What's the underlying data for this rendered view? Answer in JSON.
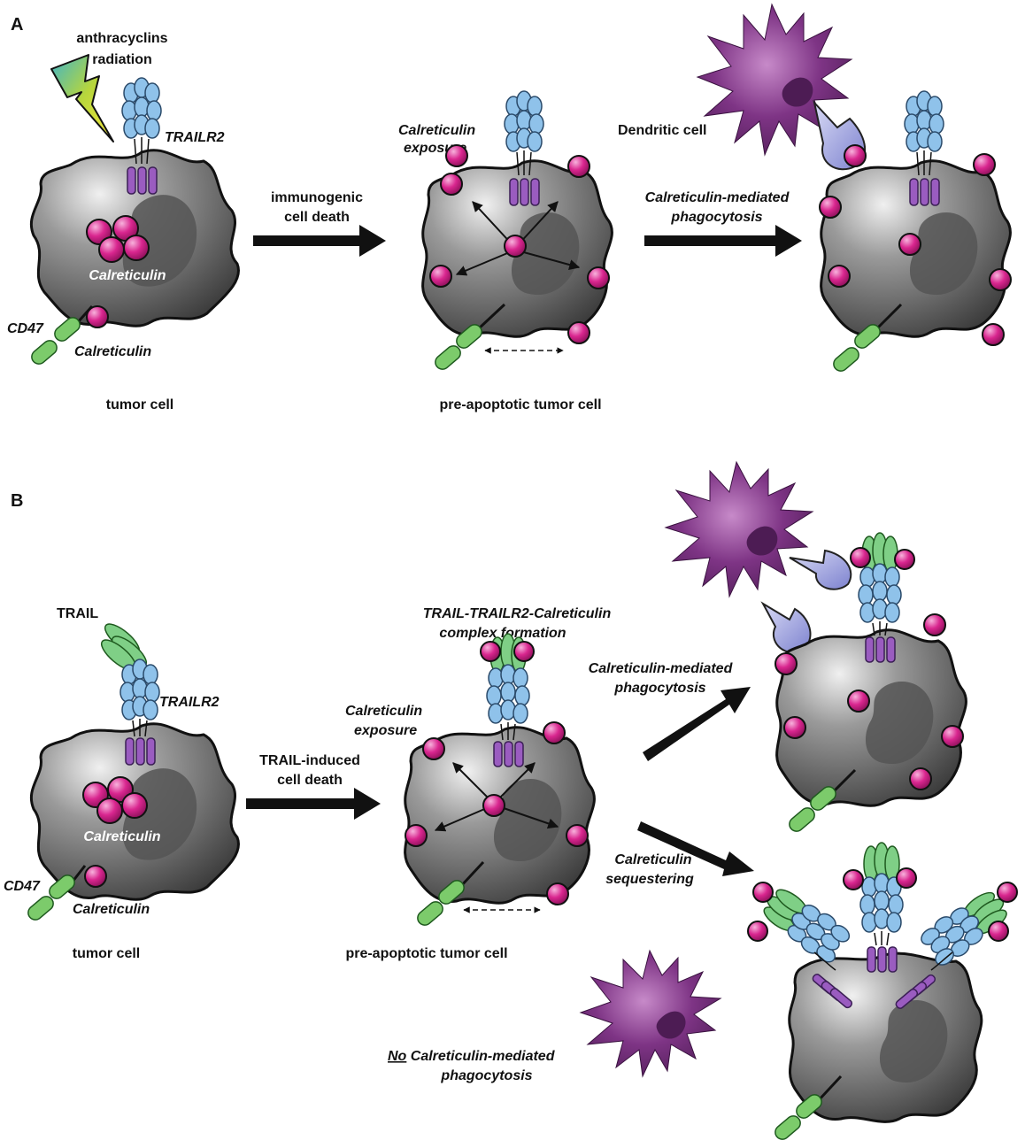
{
  "colors": {
    "cell_light": "#ececec",
    "cell_dark": "#3a3a3a",
    "nucleus": "#555555",
    "calreticulin": "#d7268f",
    "trailr2": "#8fc2ea",
    "receptor_purple": "#9a5cc0",
    "cd47": "#7ccb6b",
    "trail": "#7fcf86",
    "dendritic": "#6e2c75",
    "dc_receptor": "#8d93d6"
  },
  "icons": [
    "lightning-bolt-icon",
    "dendritic-cell-icon",
    "arrow-icon"
  ],
  "panel_a": {
    "letter": "A",
    "stimulus_line1": "anthracyclins",
    "stimulus_line2": "radiation",
    "trailr2": "TRAILR2",
    "calreticulin_inner": "Calreticulin",
    "cd47": "CD47",
    "calreticulin_surface": "Calreticulin",
    "tumor_cell": "tumor cell",
    "arrow1_line1": "immunogenic",
    "arrow1_line2": "cell death",
    "exposure_line1": "Calreticulin",
    "exposure_line2": "exposure",
    "pre_apoptotic": "pre-apoptotic tumor cell",
    "dendritic_cell": "Dendritic cell",
    "arrow2_line1": "Calreticulin-mediated",
    "arrow2_line2": "phagocytosis"
  },
  "panel_b": {
    "letter": "B",
    "trail": "TRAIL",
    "trailr2": "TRAILR2",
    "calreticulin_inner": "Calreticulin",
    "cd47": "CD47",
    "calreticulin_surface": "Calreticulin",
    "tumor_cell": "tumor cell",
    "arrow1_line1": "TRAIL-induced",
    "arrow1_line2": "cell death",
    "complex_line1": "TRAIL-TRAILR2-Calreticulin",
    "complex_line2": "complex formation",
    "exposure_line1": "Calreticulin",
    "exposure_line2": "exposure",
    "pre_apoptotic": "pre-apoptotic tumor cell",
    "upper_line1": "Calreticulin-mediated",
    "upper_line2": "phagocytosis",
    "lower_line1": "Calreticulin",
    "lower_line2": "sequestering",
    "no_word": "No",
    "no_rest": " Calreticulin-mediated",
    "no_line2": "phagocytosis"
  }
}
